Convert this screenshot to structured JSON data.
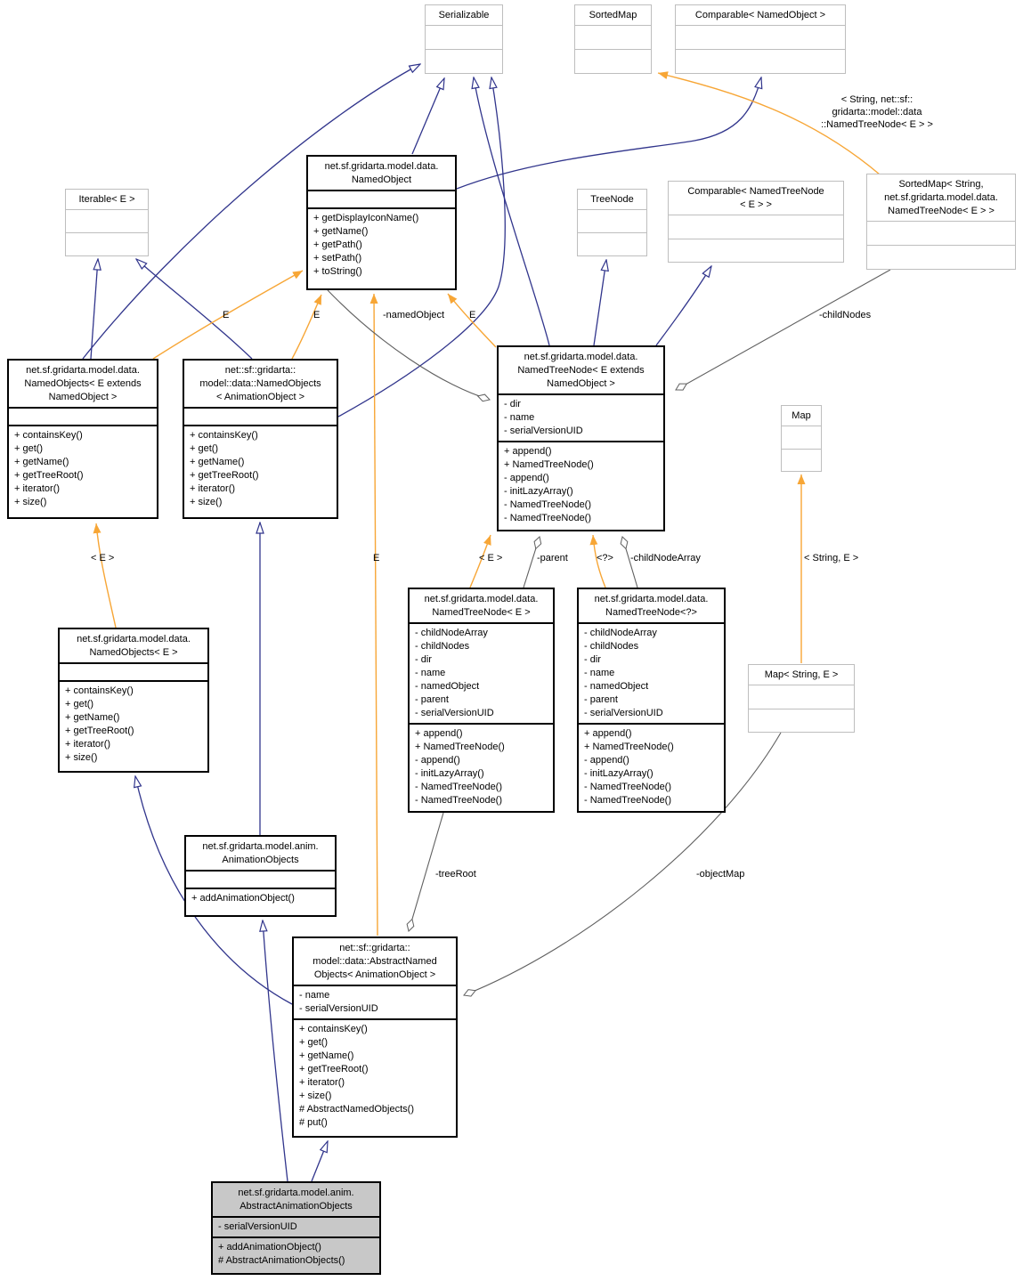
{
  "classes": {
    "serializable": {
      "title": "Serializable"
    },
    "sortedmap": {
      "title": "SortedMap"
    },
    "comparable_namedobject": {
      "title": "Comparable< NamedObject >"
    },
    "namedobject": {
      "title": "net.sf.gridarta.model.data.\nNamedObject",
      "methods": [
        "+ getDisplayIconName()",
        "+ getName()",
        "+ getPath()",
        "+ setPath()",
        "+ toString()"
      ]
    },
    "iterable": {
      "title": "Iterable< E >"
    },
    "treenode": {
      "title": "TreeNode"
    },
    "comparable_namedtreenode": {
      "title": "Comparable< NamedTreeNode\n< E > >"
    },
    "sortedmap_string_namedtreenode": {
      "title": "SortedMap< String,\nnet.sf.gridarta.model.data.\nNamedTreeNode< E > >"
    },
    "namedobjects_template": {
      "title": "net.sf.gridarta.model.data.\nNamedObjects< E extends\nNamedObject >",
      "methods": [
        "+ containsKey()",
        "+ get()",
        "+ getName()",
        "+ getTreeRoot()",
        "+ iterator()",
        "+ size()"
      ]
    },
    "namedobjects_animationobject": {
      "title": "net::sf::gridarta::\nmodel::data::NamedObjects\n< AnimationObject >",
      "methods": [
        "+ containsKey()",
        "+ get()",
        "+ getName()",
        "+ getTreeRoot()",
        "+ iterator()",
        "+ size()"
      ]
    },
    "namedtreenode_template": {
      "title": "net.sf.gridarta.model.data.\nNamedTreeNode< E extends\nNamedObject >",
      "attributes": [
        "- dir",
        "- name",
        "- serialVersionUID"
      ],
      "methods": [
        "+ append()",
        "+ NamedTreeNode()",
        "- append()",
        "- initLazyArray()",
        "- NamedTreeNode()",
        "- NamedTreeNode()"
      ]
    },
    "map": {
      "title": "Map"
    },
    "namedobjects_e": {
      "title": "net.sf.gridarta.model.data.\nNamedObjects< E >",
      "methods": [
        "+ containsKey()",
        "+ get()",
        "+ getName()",
        "+ getTreeRoot()",
        "+ iterator()",
        "+ size()"
      ]
    },
    "namedtreenode_e": {
      "title": "net.sf.gridarta.model.data.\nNamedTreeNode< E >",
      "attributes": [
        "- childNodeArray",
        "- childNodes",
        "- dir",
        "- name",
        "- namedObject",
        "- parent",
        "- serialVersionUID"
      ],
      "methods": [
        "+ append()",
        "+ NamedTreeNode()",
        "- append()",
        "- initLazyArray()",
        "- NamedTreeNode()",
        "- NamedTreeNode()"
      ]
    },
    "namedtreenode_wildcard": {
      "title": "net.sf.gridarta.model.data.\nNamedTreeNode<?>",
      "attributes": [
        "- childNodeArray",
        "- childNodes",
        "- dir",
        "- name",
        "- namedObject",
        "- parent",
        "- serialVersionUID"
      ],
      "methods": [
        "+ append()",
        "+ NamedTreeNode()",
        "- append()",
        "- initLazyArray()",
        "- NamedTreeNode()",
        "- NamedTreeNode()"
      ]
    },
    "map_string_e": {
      "title": "Map< String, E >"
    },
    "animationobjects": {
      "title": "net.sf.gridarta.model.anim.\nAnimationObjects",
      "methods": [
        "+ addAnimationObject()"
      ]
    },
    "abstractnamedobjects": {
      "title": "net::sf::gridarta::\nmodel::data::AbstractNamed\nObjects< AnimationObject >",
      "attributes": [
        "- name",
        "- serialVersionUID"
      ],
      "methods": [
        "+ containsKey()",
        "+ get()",
        "+ getName()",
        "+ getTreeRoot()",
        "+ iterator()",
        "+ size()",
        "# AbstractNamedObjects()",
        "# put()"
      ]
    },
    "abstractanimationobjects": {
      "title": "net.sf.gridarta.model.anim.\nAbstractAnimationObjects",
      "attributes": [
        "- serialVersionUID"
      ],
      "methods": [
        "+ addAnimationObject()",
        "# AbstractAnimationObjects()"
      ]
    }
  },
  "edge_labels": {
    "template_e_namedobjects": "E",
    "template_e_namedobjects_anim": "E",
    "member_namedobject": "-namedObject",
    "template_e_namedtreenode": "E",
    "member_childnodes": "-childNodes",
    "template_sortedmap_args": "< String, net::sf::\ngridarta::model::data\n::NamedTreeNode< E > >",
    "template_lt_e_namedobjects": "< E >",
    "template_e_abstractnamed": "E",
    "template_lt_e_namedtreenode": "< E >",
    "member_parent": "-parent",
    "template_wildcard": "<?>",
    "member_childnodearray": "-childNodeArray",
    "template_string_e": "< String, E >",
    "member_treeroot": "-treeRoot",
    "member_objectmap": "-objectMap"
  },
  "colors": {
    "inheritance_edge": "#31358c",
    "template_edge": "#f7a636",
    "usage_edge": "#606060",
    "external_border": "#bebebe",
    "highlight_fill": "#c8c8c8"
  }
}
